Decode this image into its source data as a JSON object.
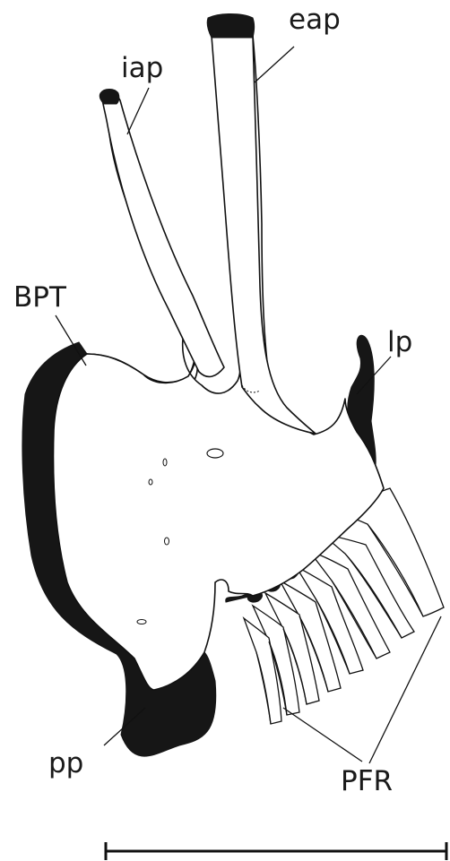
{
  "labels": {
    "eap": "eap",
    "iap": "iap",
    "bpt": "BPT",
    "lp": "lp",
    "pp": "pp",
    "pfr": "PFR"
  },
  "colors": {
    "ink": "#111111",
    "cartilage": "#161616",
    "background": "#ffffff"
  }
}
